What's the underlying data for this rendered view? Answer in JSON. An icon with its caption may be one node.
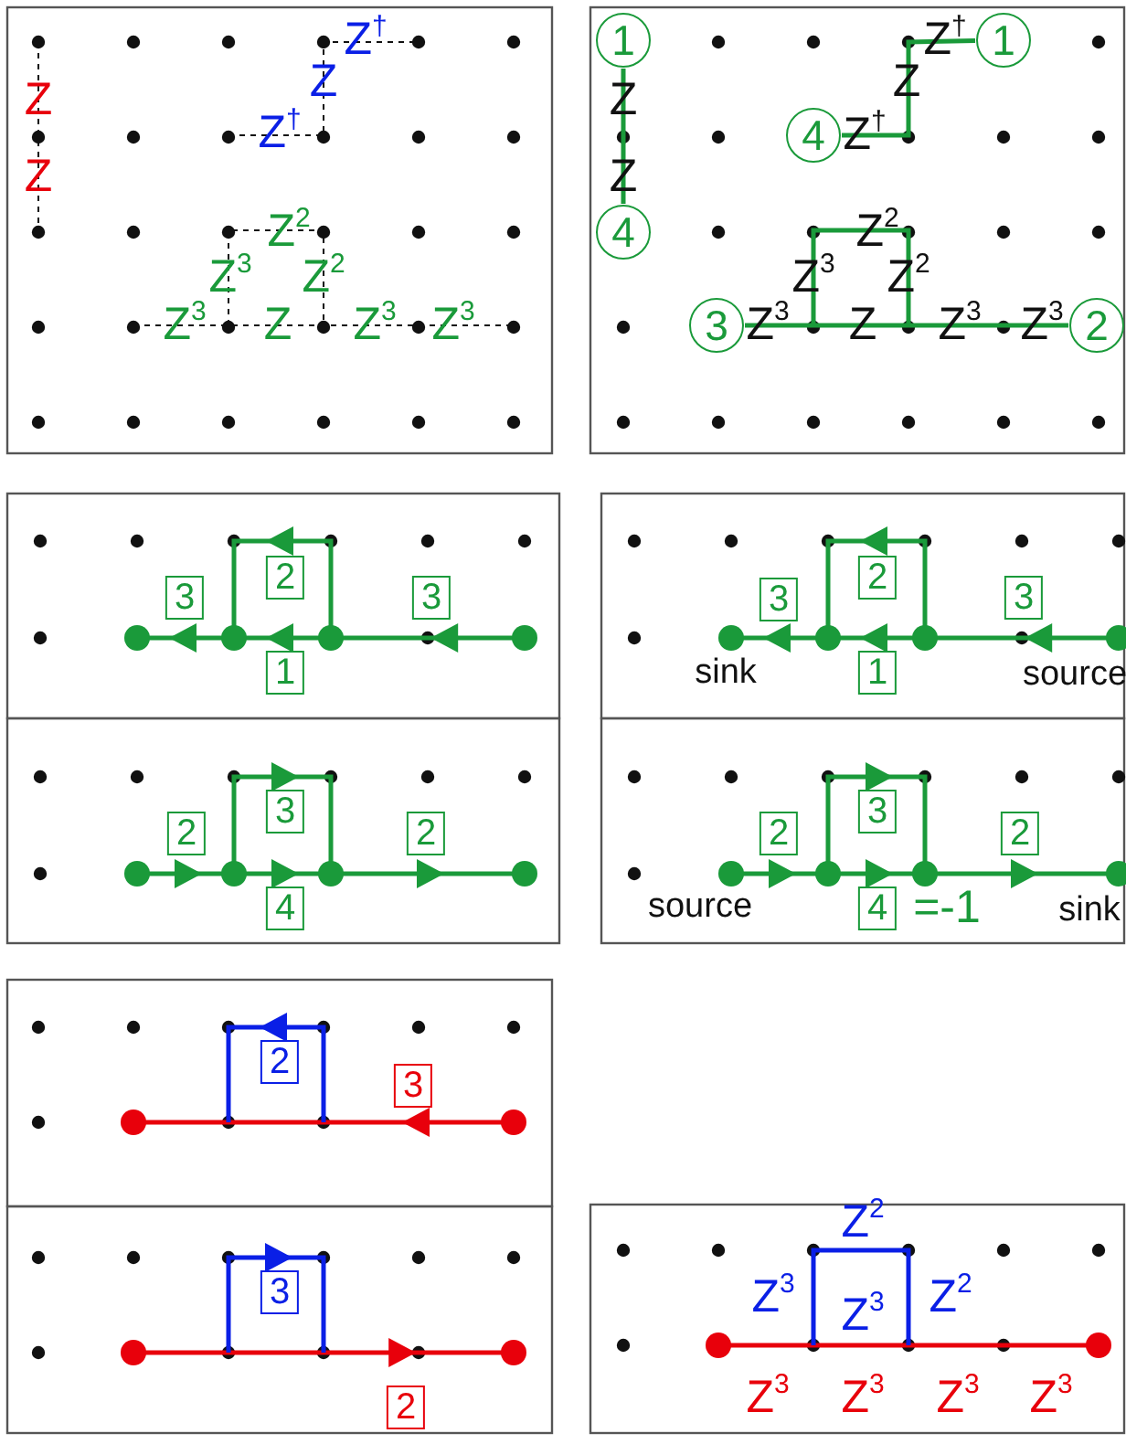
{
  "diagram": {
    "nodes": [
      {
        "text": [
          "1"
        ]
      },
      {
        "text": [
          "1"
        ]
      },
      {
        "text": [
          "4"
        ]
      },
      {
        "text": [
          "4"
        ]
      },
      {
        "text": [
          "3"
        ]
      },
      {
        "text": [
          "2"
        ]
      }
    ],
    "edges": [
      {
        "from": 0,
        "to": 3,
        "arrow": "none"
      },
      {
        "from": 2,
        "to": 1,
        "arrow": "none"
      },
      {
        "from": 4,
        "to": 5,
        "arrow": "none"
      }
    ],
    "labels": [
      "Z$^{†}$",
      "Z",
      "Z",
      "Z$^{†}$",
      "Z",
      "Z$^{2}$",
      "Z$^{3}$",
      "Z$^{2}$",
      "Z$^{3}$",
      "Z",
      "Z$^{3}$",
      "Z$^{3}$",
      "Z$^{†}$",
      "Z",
      "Z",
      "Z$^{†}$",
      "Z",
      "Z$^{2}$",
      "Z$^{3}$",
      "Z$^{2}$",
      "Z$^{3}$",
      "Z",
      "Z$^{3}$",
      "Z$^{3}$",
      "2",
      "3",
      "3",
      "1",
      "2",
      "3",
      "3",
      "sink",
      "1",
      "source",
      "3",
      "2",
      "2",
      "4",
      "3",
      "2",
      "2",
      "source",
      "4",
      "=-1",
      "sink",
      "2",
      "3",
      "3",
      "2",
      "Z$^{2}$",
      "Z$^{3}$",
      "Z$^{2}$",
      "Z$^{3}$",
      "Z$^{3}$",
      "Z$^{3}$",
      "Z$^{3}$",
      "Z$^{3}$"
    ]
  }
}
